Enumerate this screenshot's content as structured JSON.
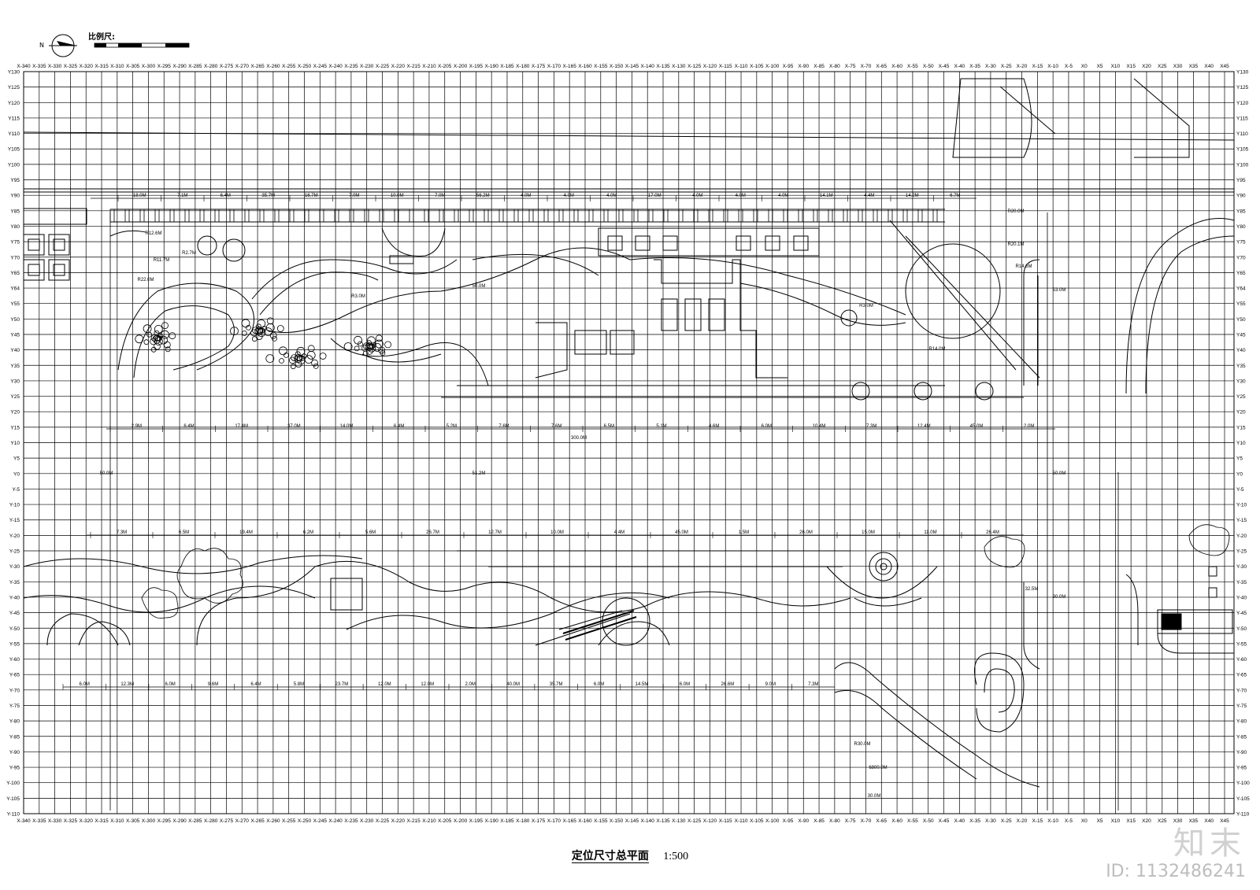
{
  "drawing": {
    "title": "定位尺寸总平面",
    "scale_text": "1:500",
    "scale_bar_label": "比例尺:",
    "north_label": "N"
  },
  "grid": {
    "x_labels": [
      "X-340",
      "X-335",
      "X-330",
      "X-325",
      "X-320",
      "X-315",
      "X-310",
      "X-305",
      "X-300",
      "X-295",
      "X-290",
      "X-285",
      "X-280",
      "X-275",
      "X-270",
      "X-265",
      "X-260",
      "X-255",
      "X-250",
      "X-245",
      "X-240",
      "X-235",
      "X-230",
      "X-225",
      "X-220",
      "X-215",
      "X-210",
      "X-205",
      "X-200",
      "X-195",
      "X-190",
      "X-185",
      "X-180",
      "X-175",
      "X-170",
      "X-165",
      "X-160",
      "X-155",
      "X-150",
      "X-145",
      "X-140",
      "X-135",
      "X-130",
      "X-125",
      "X-120",
      "X-115",
      "X-110",
      "X-105",
      "X-100",
      "X-95",
      "X-90",
      "X-85",
      "X-80",
      "X-75",
      "X-70",
      "X-65",
      "X-60",
      "X-55",
      "X-50",
      "X-45",
      "X-40",
      "X-35",
      "X-30",
      "X-25",
      "X-20",
      "X-15",
      "X-10",
      "X-5",
      "X0",
      "X5",
      "X10",
      "X15",
      "X20",
      "X25",
      "X30",
      "X35",
      "X40",
      "X45"
    ],
    "y_labels": [
      "Y130",
      "Y125",
      "Y120",
      "Y115",
      "Y110",
      "Y105",
      "Y100",
      "Y95",
      "Y90",
      "Y85",
      "Y80",
      "Y75",
      "Y70",
      "Y65",
      "Y64",
      "Y55",
      "Y50",
      "Y45",
      "Y40",
      "Y35",
      "Y30",
      "Y25",
      "Y20",
      "Y15",
      "Y10",
      "Y5",
      "Y0",
      "Y-5",
      "Y-10",
      "Y-15",
      "Y-20",
      "Y-25",
      "Y-30",
      "Y-35",
      "Y-40",
      "Y-45",
      "Y-50",
      "Y-55",
      "Y-60",
      "Y-65",
      "Y-70",
      "Y-75",
      "Y-80",
      "Y-85",
      "Y-90",
      "Y-95",
      "Y-100",
      "Y-105",
      "Y-110"
    ]
  },
  "dimensions": {
    "upper": [
      {
        "text": "18.0M"
      },
      {
        "text": "7.1M"
      },
      {
        "text": "6.4M"
      },
      {
        "text": "35.7M"
      },
      {
        "text": "16.7M"
      },
      {
        "text": "7.0M"
      },
      {
        "text": "10.0M"
      },
      {
        "text": "7.0M"
      },
      {
        "text": "56.2M"
      },
      {
        "text": "4.0M"
      },
      {
        "text": "4.0M"
      },
      {
        "text": "4.0M"
      },
      {
        "text": "17.0M"
      },
      {
        "text": "4.0M"
      },
      {
        "text": "4.0M"
      },
      {
        "text": "4.0M"
      },
      {
        "text": "14.1M"
      },
      {
        "text": "4.4M"
      },
      {
        "text": "14.2M"
      },
      {
        "text": "6.7M"
      }
    ],
    "middle": [
      {
        "text": "2.9M"
      },
      {
        "text": "6.4M"
      },
      {
        "text": "17.4M"
      },
      {
        "text": "37.0M"
      },
      {
        "text": "14.0M"
      },
      {
        "text": "6.4M"
      },
      {
        "text": "5.2M"
      },
      {
        "text": "7.6M"
      },
      {
        "text": "7.6M"
      },
      {
        "text": "6.5M"
      },
      {
        "text": "5.1M"
      },
      {
        "text": "4.6M"
      },
      {
        "text": "6.0M"
      },
      {
        "text": "10.4M"
      },
      {
        "text": "7.3M"
      },
      {
        "text": "12.4M"
      },
      {
        "text": "45.0M"
      },
      {
        "text": "2.0M"
      }
    ],
    "lower": [
      {
        "text": "7.3M"
      },
      {
        "text": "6.5M"
      },
      {
        "text": "19.4M"
      },
      {
        "text": "6.2M"
      },
      {
        "text": "5.6M"
      },
      {
        "text": "26.7M"
      },
      {
        "text": "12.7M"
      },
      {
        "text": "10.0M"
      },
      {
        "text": "4.4M"
      },
      {
        "text": "45.0M"
      },
      {
        "text": "1.5M"
      },
      {
        "text": "26.0M"
      },
      {
        "text": "15.0M"
      },
      {
        "text": "11.0M"
      },
      {
        "text": "26.4M"
      }
    ],
    "bottom": [
      {
        "text": "6.0M"
      },
      {
        "text": "12.3M"
      },
      {
        "text": "6.0M"
      },
      {
        "text": "9.6M"
      },
      {
        "text": "6.4M"
      },
      {
        "text": "5.8M"
      },
      {
        "text": "23.7M"
      },
      {
        "text": "12.0M"
      },
      {
        "text": "12.0M"
      },
      {
        "text": "2.0M"
      },
      {
        "text": "40.0M"
      },
      {
        "text": "35.7M"
      },
      {
        "text": "6.0M"
      },
      {
        "text": "14.5M"
      },
      {
        "text": "6.0M"
      },
      {
        "text": "26.6M"
      },
      {
        "text": "9.0M"
      },
      {
        "text": "7.3M"
      }
    ],
    "vertical": [
      {
        "text": "50.0M"
      },
      {
        "text": "51.2M"
      },
      {
        "text": "50.0M"
      },
      {
        "text": "53.0M"
      },
      {
        "text": "50.0M"
      },
      {
        "text": "30.0M"
      },
      {
        "text": "32.5M"
      }
    ],
    "radii": [
      {
        "text": "R12.6M"
      },
      {
        "text": "R11.7M"
      },
      {
        "text": "R2.7M"
      },
      {
        "text": "R22.0M"
      },
      {
        "text": "R3.0M"
      },
      {
        "text": "R14.0M"
      },
      {
        "text": "R20.0M"
      },
      {
        "text": "R20.1M"
      },
      {
        "text": "R3.0M"
      },
      {
        "text": "R14.6M"
      },
      {
        "text": "R30.0M"
      }
    ],
    "notes": [
      {
        "text": "300.0M"
      },
      {
        "text": "6800.0M"
      },
      {
        "text": "30.0M"
      }
    ]
  },
  "watermark": {
    "brand": "知末",
    "id_text": "ID: 1132486241"
  }
}
